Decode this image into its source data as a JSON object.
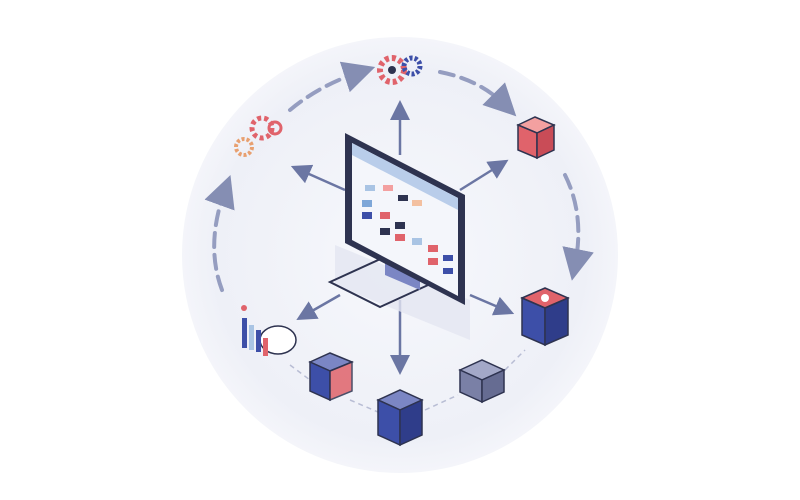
{
  "colors": {
    "background": "#ffffff",
    "halo": "#eef0f7",
    "arrow": "#6b76a3",
    "monitor_frame": "#2e3350",
    "server_blue": "#3d4fa8",
    "server_grey": "#7a80a6",
    "accent_red": "#e0636b",
    "accent_pink": "#f3a0a0",
    "screen_header": "#b9cdea"
  },
  "nodes": [
    {
      "icon": "gears-icon",
      "role": "top"
    },
    {
      "icon": "gears-icon",
      "role": "upper-left"
    },
    {
      "icon": "storage-box-icon",
      "role": "upper-right"
    },
    {
      "icon": "server-icon",
      "role": "right"
    },
    {
      "icon": "server-icon",
      "role": "lower-right"
    },
    {
      "icon": "server-icon",
      "role": "bottom"
    },
    {
      "icon": "server-icon",
      "role": "lower-left"
    },
    {
      "icon": "chart-cloud-icon",
      "role": "left"
    }
  ],
  "center": {
    "icon": "monitor-icon"
  }
}
